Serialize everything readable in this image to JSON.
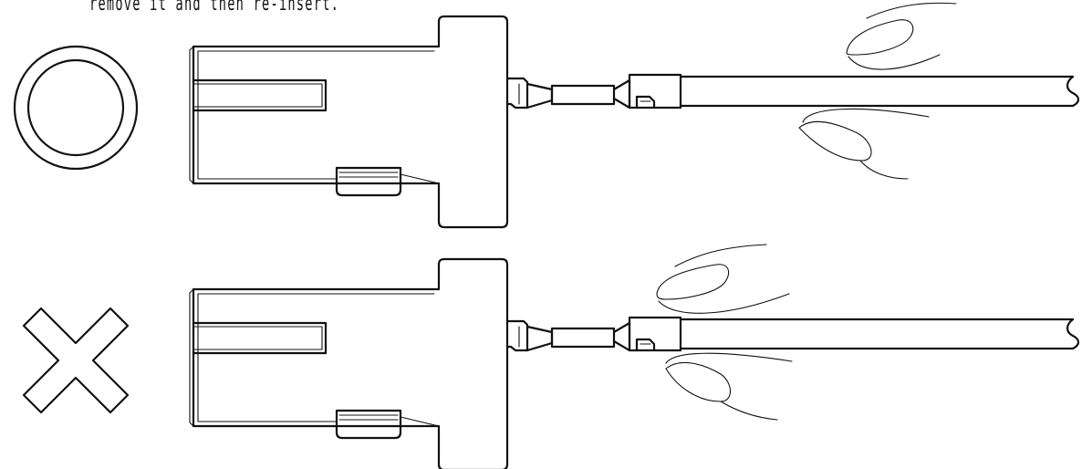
{
  "caption": "remove it and then re-insert.",
  "colors": {
    "line": "#111111",
    "background": "#ffffff"
  },
  "rows": [
    {
      "symbol": "circle-ok-icon",
      "meaning": "correct",
      "grip": "grip on cable, behind crimp"
    },
    {
      "symbol": "cross-ng-icon",
      "meaning": "incorrect",
      "grip": "grip on crimp area"
    }
  ]
}
